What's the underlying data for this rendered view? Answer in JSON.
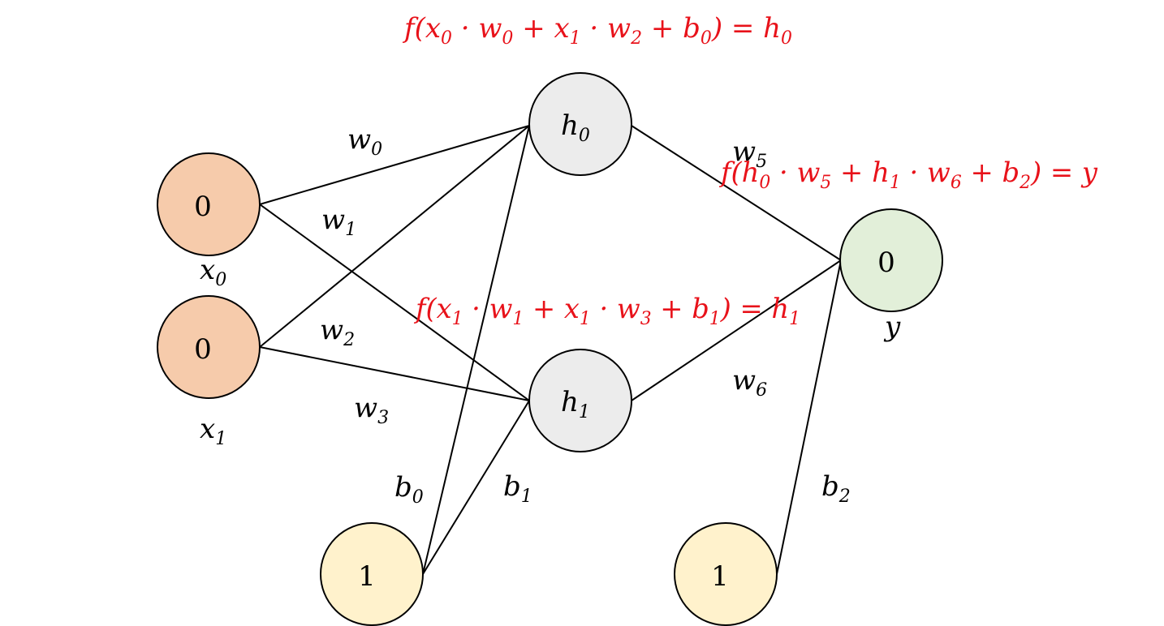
{
  "nodes": {
    "x0": {
      "value": "0",
      "label_base": "x",
      "label_sub": "0",
      "fill": "#f6cbab"
    },
    "x1": {
      "value": "0",
      "label_base": "x",
      "label_sub": "1",
      "fill": "#f6cbab"
    },
    "h0": {
      "base": "h",
      "sub": "0",
      "fill": "#ececec"
    },
    "h1": {
      "base": "h",
      "sub": "1",
      "fill": "#ececec"
    },
    "y": {
      "value": "0",
      "label": "y",
      "fill": "#e2efd9"
    },
    "bias1": {
      "value": "1",
      "fill": "#fff2cc"
    },
    "bias2": {
      "value": "1",
      "fill": "#fff2cc"
    }
  },
  "weights": {
    "w0": {
      "base": "w",
      "sub": "0"
    },
    "w1": {
      "base": "w",
      "sub": "1"
    },
    "w2": {
      "base": "w",
      "sub": "2"
    },
    "w3": {
      "base": "w",
      "sub": "3"
    },
    "w5": {
      "base": "w",
      "sub": "5"
    },
    "w6": {
      "base": "w",
      "sub": "6"
    },
    "b0": {
      "base": "b",
      "sub": "0"
    },
    "b1": {
      "base": "b",
      "sub": "1"
    },
    "b2": {
      "base": "b",
      "sub": "2"
    }
  },
  "formulas": {
    "h0": {
      "p1": "f(x",
      "s1": "0",
      "p2": " · w",
      "s2": "0",
      "p3": " + x",
      "s3": "1",
      "p4": " · w",
      "s4": "2",
      "p5": " + b",
      "s5": "0",
      "p6": ") = h",
      "s6": "0"
    },
    "h1": {
      "p1": "f(x",
      "s1": "1",
      "p2": " · w",
      "s2": "1",
      "p3": " + x",
      "s3": "1",
      "p4": " · w",
      "s4": "3",
      "p5": " + b",
      "s5": "1",
      "p6": ") = h",
      "s6": "1"
    },
    "y": {
      "p1": "f(h",
      "s1": "0",
      "p2": " · w",
      "s2": "5",
      "p3": " + h",
      "s3": "1",
      "p4": " · w",
      "s4": "6",
      "p5": " + b",
      "s5": "2",
      "p6": ") = y"
    }
  },
  "colors": {
    "formula": "#e8121a",
    "edge": "#000000"
  }
}
